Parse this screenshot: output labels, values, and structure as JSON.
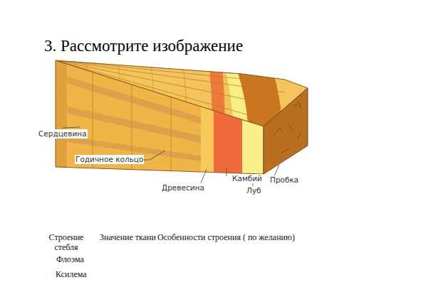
{
  "diagram": {
    "title": "3. Рассмотрите изображение",
    "labels": [
      "Сердцевина",
      "Годичное кольцо",
      "Древесина",
      "Камбий",
      "Луб",
      "Пробка",
      "Строение стебля",
      "Значение ткани",
      "Особенности строения ( по желанию)",
      "Флоэма",
      "Ксилема"
    ]
  }
}
